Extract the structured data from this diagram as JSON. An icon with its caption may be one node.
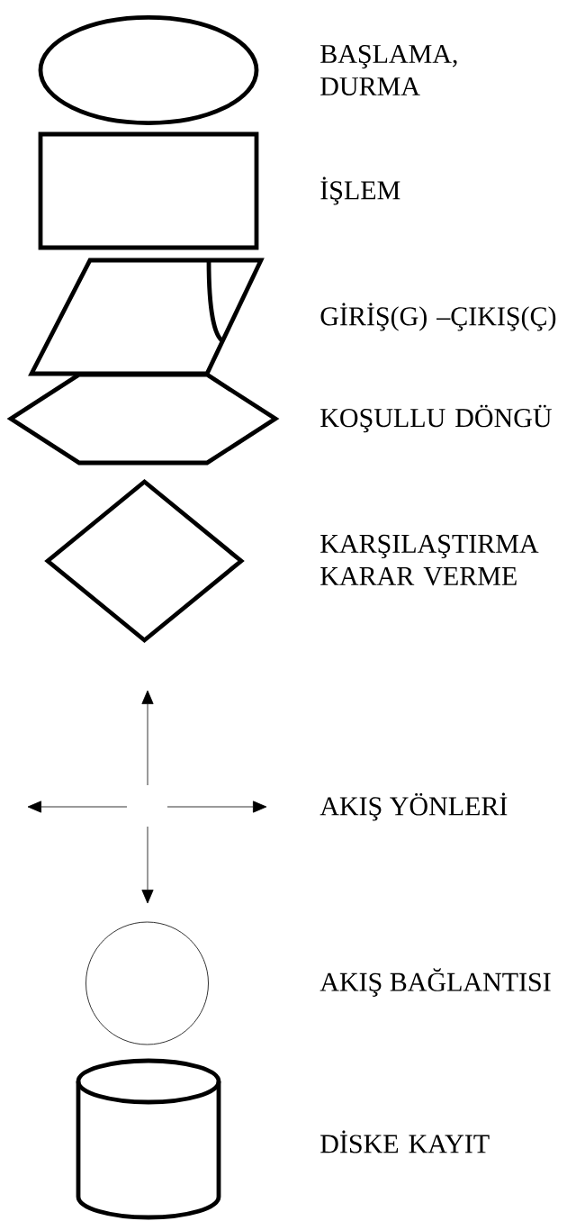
{
  "diagram": {
    "nodes": [
      {
        "text": [],
        "shape": "ellipse",
        "beside": [
          "BAŞLAMA, DURMA"
        ]
      },
      {
        "text": [],
        "shape": "box",
        "beside": [
          "İŞLEM"
        ]
      },
      {
        "text": [],
        "shape": "parallelogram",
        "beside": [
          "GİRİŞ(G) –ÇIKIŞ(Ç)"
        ]
      },
      {
        "text": [],
        "shape": "hexagon",
        "beside": [
          "KOŞULLU DÖNGÜ"
        ]
      },
      {
        "text": [],
        "shape": "diamond",
        "beside": [
          "KARŞILAŞTIRMA KARAR VERME"
        ]
      },
      {
        "text": [],
        "shape": "circle"
      },
      {
        "text": [],
        "shape": "cylinder",
        "beside": [
          "DİSKE KAYIT"
        ]
      }
    ],
    "labels": [
      "AKIŞ YÖNLERİ",
      "AKIŞ BAĞLANTISI"
    ]
  }
}
